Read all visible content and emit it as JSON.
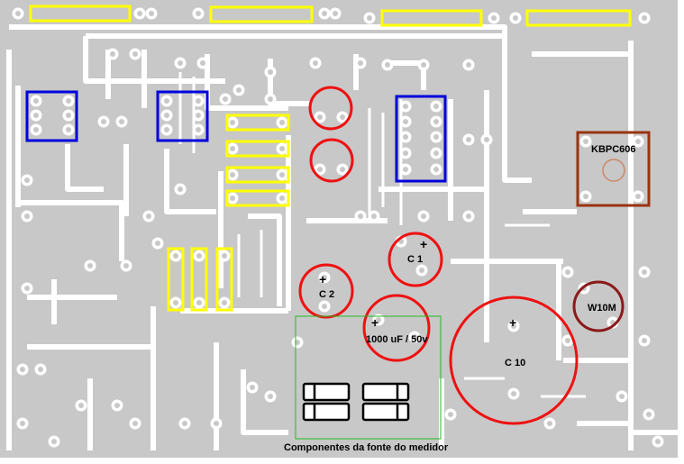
{
  "colors": {
    "copper": "#c8c8c8",
    "background": "#ffffff",
    "resistor_outline": "#ffff00",
    "ic_outline": "#0000dd",
    "capacitor_outline": "#ee1111",
    "bridge_kbpc": "#993311",
    "bridge_w10m": "#8b1a1a",
    "meter_area": "#22bb22"
  },
  "labels": {
    "bridge_square": "KBPC606",
    "bridge_round": "W10M",
    "cap_c1": "C 1",
    "cap_c2": "C 2",
    "cap_big": "1000 uF / 50v",
    "cap_c10": "C 10",
    "polarity": "+",
    "meter_area_caption": "Componentes da fonte do medidor"
  }
}
